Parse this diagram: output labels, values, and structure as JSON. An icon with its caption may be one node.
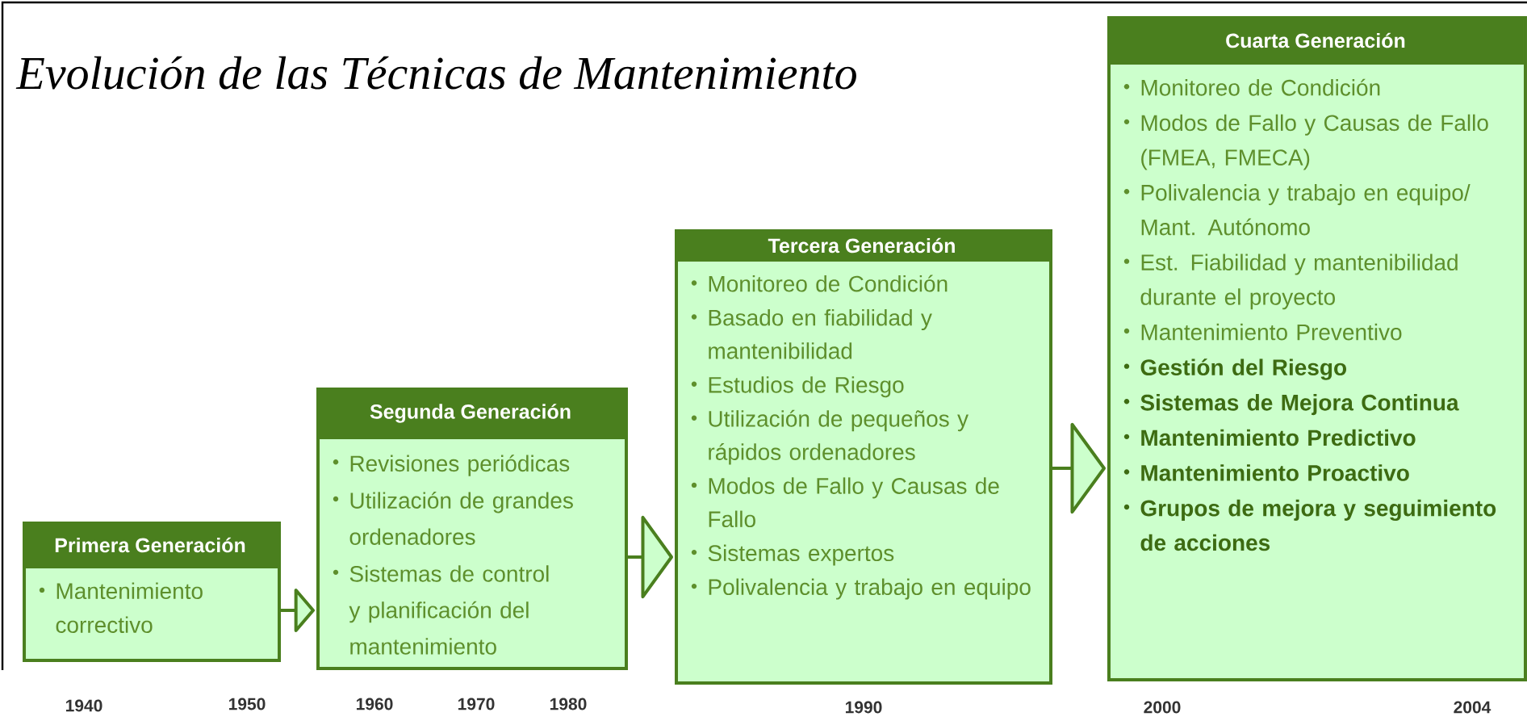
{
  "diagram": {
    "title": "Evolución de las Técnicas de Mantenimiento",
    "nodes": [
      {
        "text": [
          "Primera Generación",
          "Mantenimiento correctivo"
        ]
      },
      {
        "text": [
          "Segunda Generación",
          "Revisiones periódicas",
          "Utilización de grandes ordenadores",
          "Sistemas de control y planificación del mantenimiento"
        ]
      },
      {
        "text": [
          "Tercera Generación",
          "Monitoreo de Condición",
          "Basado en fiabilidad y mantenibilidad",
          "Estudios de Riesgo",
          "Utilización de pequeños y rápidos ordenadores",
          "Modos de Fallo y Causas de Fallo",
          "Sistemas expertos",
          "Polivalencia y trabajo en equipo"
        ]
      },
      {
        "text": [
          "Cuarta Generación",
          "Monitoreo de Condición",
          "Modos de Fallo y Causas de Fallo (FMEA, FMECA)",
          "Polivalencia y trabajo en equipo/ Mant. Autónomo",
          "Est. Fiabilidad y mantenibilidad durante el proyecto",
          "Mantenimiento Preventivo",
          "Gestión del Riesgo",
          "Sistemas de Mejora Continua",
          "Mantenimiento Predictivo",
          "Mantenimiento Proactivo",
          "Grupos de mejora y seguimiento de acciones"
        ]
      }
    ],
    "edges": [
      {
        "from": 0,
        "to": 1,
        "arrow": "to"
      },
      {
        "from": 1,
        "to": 2,
        "arrow": "to"
      },
      {
        "from": 2,
        "to": 3,
        "arrow": "to"
      }
    ],
    "labels": [
      "1940",
      "1950",
      "1960",
      "1970",
      "1980",
      "1990",
      "2000",
      "2004"
    ]
  }
}
